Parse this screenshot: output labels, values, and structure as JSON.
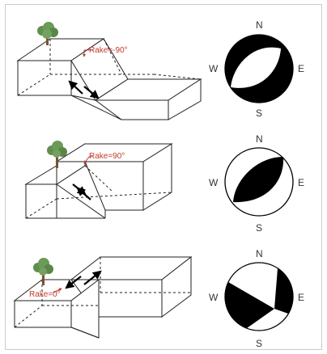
{
  "panels": [
    {
      "rake_label": "Rake=-90°",
      "compass": {
        "n": "N",
        "s": "S",
        "e": "E",
        "w": "W"
      }
    },
    {
      "rake_label": "Rake=90°",
      "compass": {
        "n": "N",
        "s": "S",
        "e": "E",
        "w": "W"
      }
    },
    {
      "rake_label": "Rake=0°",
      "compass": {
        "n": "N",
        "s": "S",
        "e": "E",
        "w": "W"
      }
    }
  ],
  "colors": {
    "rake": "#c0392b",
    "tree": "#5f8f4e",
    "trunk": "#7a5230",
    "ink": "#000000"
  },
  "icons": [
    "tree-icon",
    "rake-arrow-icon",
    "slip-arrow-icon"
  ]
}
